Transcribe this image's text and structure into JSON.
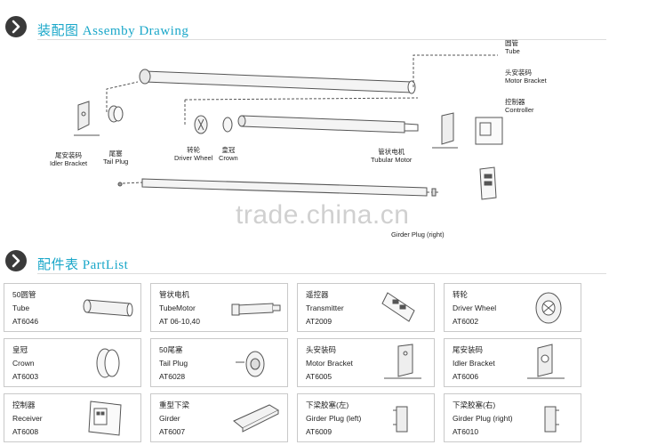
{
  "assembly": {
    "title": "装配图 Assemby Drawing",
    "callouts": {
      "tube_cn": "圆管",
      "tube_en": "Tube",
      "motor_bracket_cn": "头安装码",
      "motor_bracket_en": "Motor Bracket",
      "controller_cn": "控制器",
      "controller_en": "Controller",
      "idler_cn": "尾安装码",
      "idler_en": "Idler Bracket",
      "tailplug_cn": "尾塞",
      "tailplug_en": "Tail Plug",
      "driverwheel_cn": "转轮",
      "driverwheel_en": "Driver Wheel",
      "crown_cn": "皇冠",
      "crown_en": "Crown",
      "motor_cn": "管状电机",
      "motor_en": "Tubular Motor",
      "girder_right_en": "Girder Plug (right)"
    }
  },
  "watermark": "trade.china.cn",
  "partlist": {
    "title": "配件表 PartList",
    "items": [
      {
        "cn": "50圆管",
        "en": "Tube",
        "code": "AT6046",
        "icon": "tube-icon"
      },
      {
        "cn": "管状电机",
        "en": "TubeMotor",
        "code": "AT 06-10,40",
        "icon": "motor-icon"
      },
      {
        "cn": "遥控器",
        "en": "Transmitter",
        "code": "AT2009",
        "icon": "transmitter-icon"
      },
      {
        "cn": "转轮",
        "en": "Driver Wheel",
        "code": "AT6002",
        "icon": "driver-wheel-icon"
      },
      {
        "cn": "皇冠",
        "en": "Crown",
        "code": "AT6003",
        "icon": "crown-icon"
      },
      {
        "cn": "50尾塞",
        "en": "Tail Plug",
        "code": "AT6028",
        "icon": "tail-plug-icon"
      },
      {
        "cn": "头安装码",
        "en": "Motor Bracket",
        "code": "AT6005",
        "icon": "motor-bracket-icon"
      },
      {
        "cn": "尾安装码",
        "en": "Idler Bracket",
        "code": "AT6006",
        "icon": "idler-bracket-icon"
      },
      {
        "cn": "控制器",
        "en": "Receiver",
        "code": "AT6008",
        "icon": "receiver-icon"
      },
      {
        "cn": "重型下梁",
        "en": "Girder",
        "code": "AT6007",
        "icon": "girder-icon"
      },
      {
        "cn": "下梁胶塞(左)",
        "en": "Girder Plug (left)",
        "code": "AT6009",
        "icon": "girder-plug-left-icon"
      },
      {
        "cn": "下梁胶塞(右)",
        "en": "Girder Plug (right)",
        "code": "AT6010",
        "icon": "girder-plug-right-icon"
      }
    ]
  },
  "colors": {
    "accent": "#1aa7c9",
    "icon_bg": "#3a3a3a",
    "border": "#c9c9c9"
  }
}
